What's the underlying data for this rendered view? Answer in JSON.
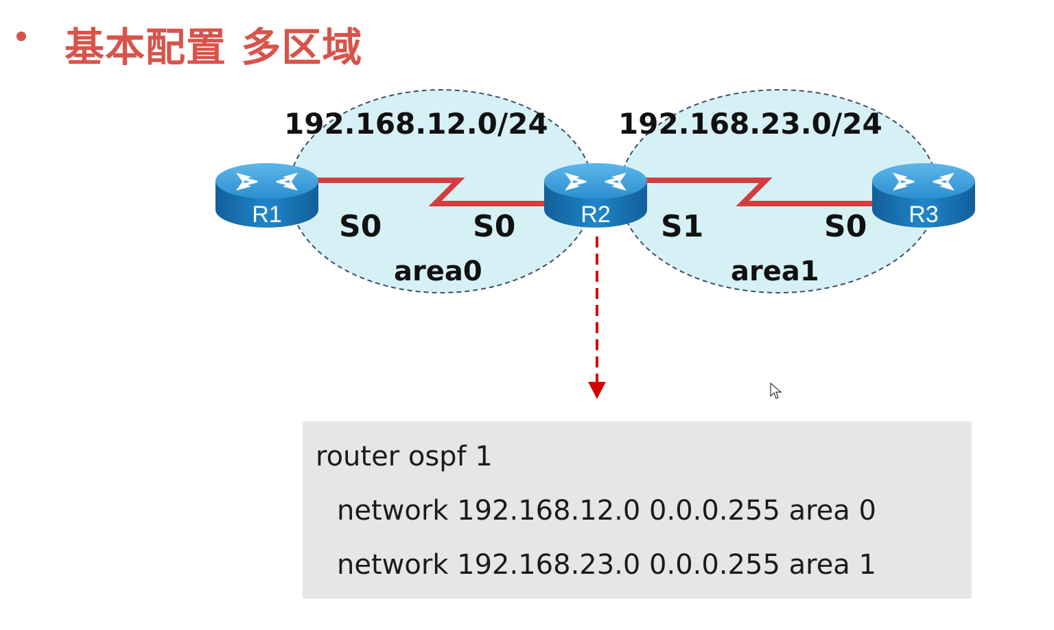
{
  "slide": {
    "title": "基本配置 多区域"
  },
  "diagram": {
    "networks": [
      "192.168.12.0/24",
      "192.168.23.0/24"
    ],
    "areas": [
      "area0",
      "area1"
    ],
    "routers": [
      "R1",
      "R2",
      "R3"
    ],
    "interfaces": {
      "r1_s0": "S0",
      "r2_s0": "S0",
      "r2_s1": "S1",
      "r3_s0": "S0"
    },
    "colors": {
      "link": "#d43d3d",
      "area_fill": "#d6f1f6",
      "router": "#1a7fc0",
      "arrow": "#d40000",
      "title": "#d9534a"
    }
  },
  "config": {
    "lines": [
      "router ospf 1",
      "network 192.168.12.0 0.0.0.255 area 0",
      "network 192.168.23.0 0.0.0.255 area 1"
    ]
  }
}
